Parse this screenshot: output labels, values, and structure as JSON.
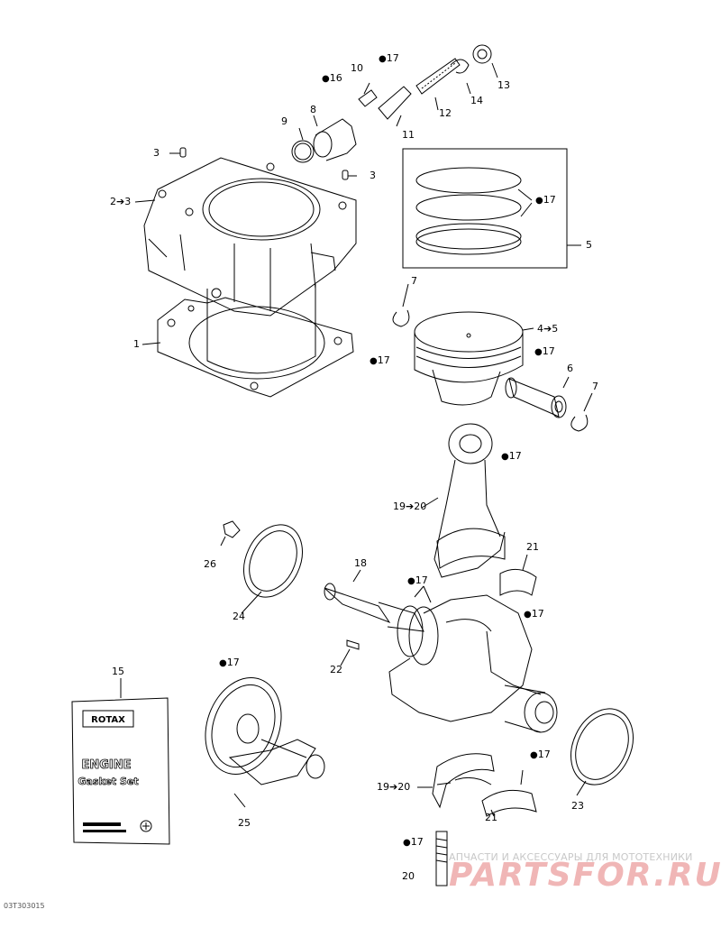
{
  "diagram": {
    "part_code": "03T303015",
    "watermark": {
      "line1": "АПЧАСТИ И АКСЕССУАРЫ ДЛЯ МОТОТЕХНИКИ",
      "line2": "PARTSFOR.RU"
    },
    "gasket_set": {
      "brand": "ROTAX",
      "title_line1": "ENGINE",
      "title_line2": "Gasket Set"
    },
    "callouts": [
      {
        "id": "c1",
        "text": "1"
      },
      {
        "id": "c2",
        "text": "2➔3"
      },
      {
        "id": "c3a",
        "text": "3"
      },
      {
        "id": "c3b",
        "text": "3"
      },
      {
        "id": "c4",
        "text": "4➔5"
      },
      {
        "id": "c5",
        "text": "5"
      },
      {
        "id": "c6",
        "text": "6"
      },
      {
        "id": "c7a",
        "text": "7"
      },
      {
        "id": "c7b",
        "text": "7"
      },
      {
        "id": "c8",
        "text": "8"
      },
      {
        "id": "c9",
        "text": "9"
      },
      {
        "id": "c10",
        "text": "10"
      },
      {
        "id": "c11",
        "text": "11"
      },
      {
        "id": "c12",
        "text": "12"
      },
      {
        "id": "c13",
        "text": "13"
      },
      {
        "id": "c14",
        "text": "14"
      },
      {
        "id": "c15",
        "text": "15"
      },
      {
        "id": "c18",
        "text": "18"
      },
      {
        "id": "c19a",
        "text": "19➔20"
      },
      {
        "id": "c19b",
        "text": "19➔20"
      },
      {
        "id": "c20",
        "text": "20"
      },
      {
        "id": "c21a",
        "text": "21"
      },
      {
        "id": "c21b",
        "text": "21"
      },
      {
        "id": "c22",
        "text": "22"
      },
      {
        "id": "c23",
        "text": "23"
      },
      {
        "id": "c24",
        "text": "24"
      },
      {
        "id": "c25",
        "text": "25"
      },
      {
        "id": "c26",
        "text": "26"
      }
    ],
    "lubrication_marks": [
      {
        "id": "l16",
        "text": "16"
      },
      {
        "id": "l17a",
        "text": "17"
      },
      {
        "id": "l17b",
        "text": "17"
      },
      {
        "id": "l17c",
        "text": "17"
      },
      {
        "id": "l17d",
        "text": "17"
      },
      {
        "id": "l17e",
        "text": "17"
      },
      {
        "id": "l17f",
        "text": "17"
      },
      {
        "id": "l17g",
        "text": "17"
      },
      {
        "id": "l17h",
        "text": "17"
      },
      {
        "id": "l17i",
        "text": "17"
      },
      {
        "id": "l17j",
        "text": "17"
      },
      {
        "id": "l17k",
        "text": "17"
      }
    ]
  }
}
